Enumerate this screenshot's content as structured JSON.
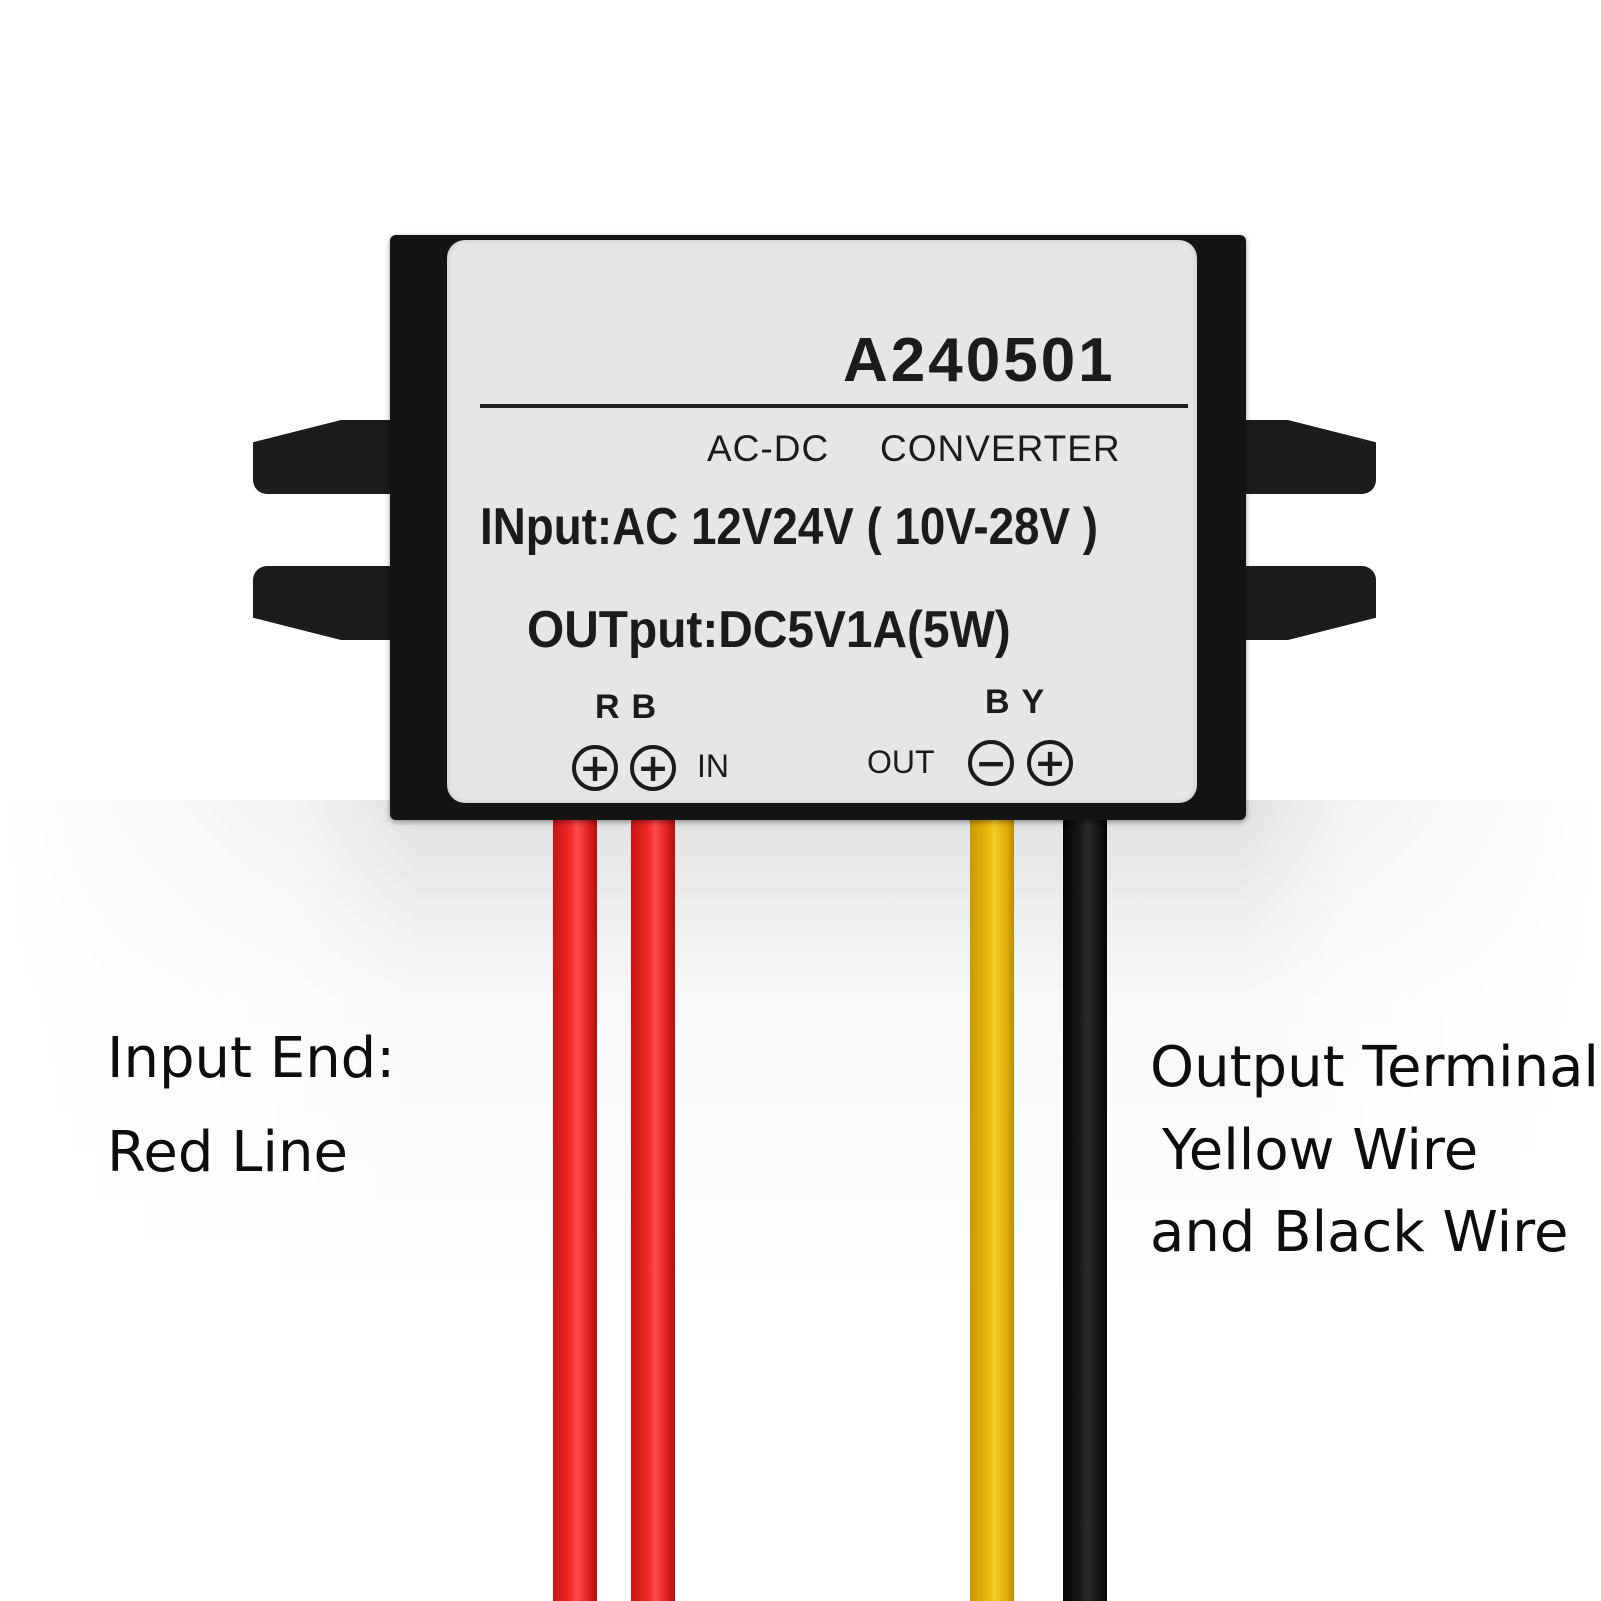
{
  "module": {
    "model": "A240501",
    "type_left": "AC-DC",
    "type_right": "CONVERTER",
    "input_spec": "INput:AC 12V24V  ( 10V-28V )",
    "output_spec": "OUTput:DC5V1A(5W)",
    "input_pin_letters": "RB",
    "output_pin_letters": "BY",
    "input_label": "IN",
    "output_label": "OUT",
    "input_terminals": [
      "+",
      "+"
    ],
    "output_terminals": [
      "−",
      "+"
    ]
  },
  "wires": {
    "colors": {
      "red": "#f32a2a",
      "yellow": "#e8b90d",
      "black": "#1a1a1a"
    }
  },
  "captions": {
    "input_line1": "Input End:",
    "input_line2": "Red Line",
    "output_line1": "Output Terminal:",
    "output_line2": "Yellow Wire",
    "output_line3": "and Black Wire"
  },
  "icons": {
    "terminal_plus": "plus-circle-icon",
    "terminal_minus": "minus-circle-icon"
  }
}
